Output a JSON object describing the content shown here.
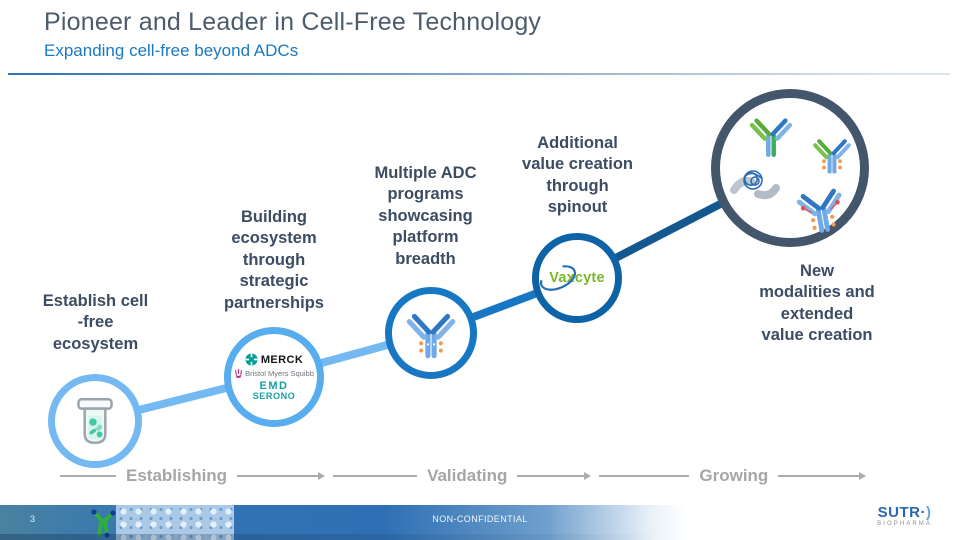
{
  "header": {
    "title": "Pioneer and Leader in Cell-Free Technology",
    "subtitle": "Expanding cell-free beyond ADCs"
  },
  "nodes": {
    "n1": {
      "label": "Establish cell\n-free\necosystem",
      "icon": "beaker-icon"
    },
    "n2": {
      "label": "Building\necosystem\nthrough\nstrategic\npartnerships",
      "logo_merck": "MERCK",
      "logo_bms": "Bristol Myers Squibb",
      "logo_emd_line1": "EMD",
      "logo_emd_line2": "SERONO"
    },
    "n3": {
      "label": "Multiple ADC\nprograms\nshowcasing\nplatform\nbreadth",
      "icon": "antibody-icon"
    },
    "n4": {
      "label": "Additional\nvalue creation\nthrough\nspinout",
      "logo": "Vaxcyte"
    },
    "n5": {
      "label": "New\nmodalities and\nextended\nvalue creation",
      "icon": "antibodies-and-protein-icon"
    }
  },
  "stages": {
    "s1": "Establishing",
    "s2": "Validating",
    "s3": "Growing"
  },
  "footer": {
    "page": "3",
    "classification": "NON-CONFIDENTIAL",
    "logo_text": "SUTR",
    "logo_dot": "·",
    "logo_paren": ")",
    "logo_sub": "BIOPHARMA"
  },
  "colors": {
    "title_gray": "#4d5c6c",
    "accent_blue": "#1a79c3",
    "light_ring": "#74b9f1",
    "mid_ring": "#1777c2",
    "deep_ring": "#0e63a6",
    "navy_ring": "#44566b",
    "stage_gray": "#a6a6a6",
    "vaxcyte_green": "#79b829",
    "merck_teal": "#009e94"
  }
}
